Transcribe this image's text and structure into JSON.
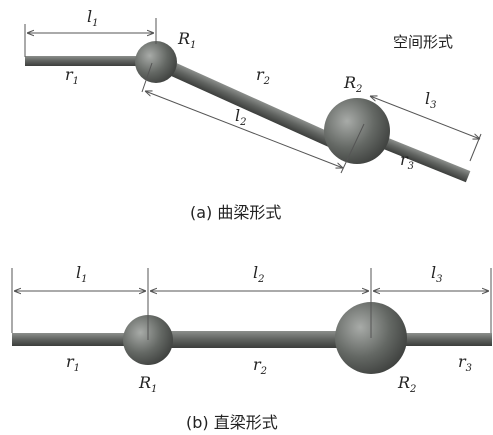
{
  "top": {
    "caption": "(a) 曲梁形式",
    "tag": "空间形式",
    "labels": {
      "l1": "l",
      "l1_sub": "1",
      "l2": "l",
      "l2_sub": "2",
      "l3": "l",
      "l3_sub": "3",
      "r1": "r",
      "r1_sub": "1",
      "r2": "r",
      "r2_sub": "2",
      "r3": "r",
      "r3_sub": "3",
      "R1": "R",
      "R1_sub": "1",
      "R2": "R",
      "R2_sub": "2"
    }
  },
  "bottom": {
    "caption": "(b) 直梁形式",
    "labels": {
      "l1": "l",
      "l1_sub": "1",
      "l2": "l",
      "l2_sub": "2",
      "l3": "l",
      "l3_sub": "3",
      "r1": "r",
      "r1_sub": "1",
      "r2": "r",
      "r2_sub": "2",
      "r3": "r",
      "r3_sub": "3",
      "R1": "R",
      "R1_sub": "1",
      "R2": "R",
      "R2_sub": "2"
    }
  },
  "colors": {
    "beam": "#5f625f",
    "beam_highlight": "#8c8f8c",
    "sphere": "#646864",
    "sphere_highlight": "#a8aba8",
    "dimension_line": "#555555"
  }
}
